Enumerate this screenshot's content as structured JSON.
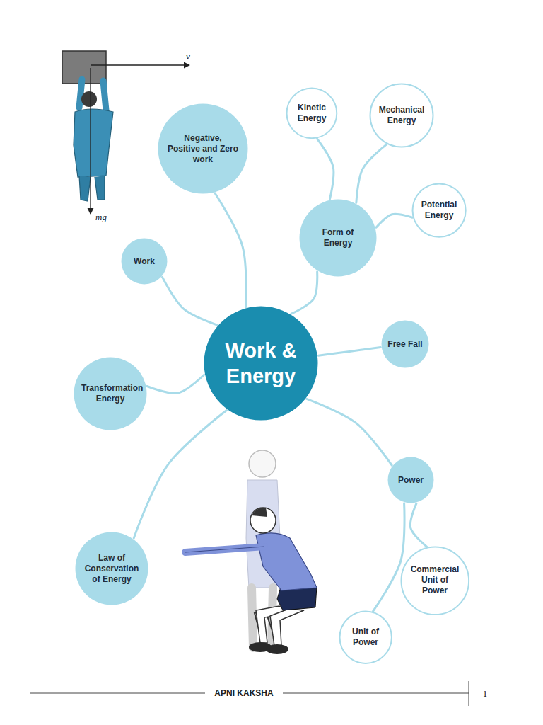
{
  "diagram": {
    "nodes": [
      {
        "text": [
          "Kinetic Energy"
        ]
      },
      {
        "text": [
          "Mechanical Energy"
        ]
      },
      {
        "text": [
          "Negative, Positive and Zero work"
        ]
      },
      {
        "text": [
          "Potential Energy"
        ]
      },
      {
        "text": [
          "Form of Energy"
        ]
      },
      {
        "text": [
          "Work"
        ]
      },
      {
        "text": [
          "Work & Energy"
        ]
      },
      {
        "text": [
          "Free Fall"
        ]
      },
      {
        "text": [
          "Transformation Energy"
        ]
      },
      {
        "text": [
          "Power"
        ]
      },
      {
        "text": [
          "Commercial Unit of Power"
        ]
      },
      {
        "text": [
          "Law of Conservation of Energy"
        ]
      },
      {
        "text": [
          "Unit of Power"
        ]
      }
    ],
    "edges": [
      {
        "from": 6,
        "to": 2,
        "arrow": "none"
      },
      {
        "from": 6,
        "to": 5,
        "arrow": "none"
      },
      {
        "from": 6,
        "to": 4,
        "arrow": "none"
      },
      {
        "from": 4,
        "to": 0,
        "arrow": "none"
      },
      {
        "from": 4,
        "to": 1,
        "arrow": "none"
      },
      {
        "from": 4,
        "to": 3,
        "arrow": "none"
      },
      {
        "from": 6,
        "to": 7,
        "arrow": "none"
      },
      {
        "from": 6,
        "to": 8,
        "arrow": "none"
      },
      {
        "from": 6,
        "to": 11,
        "arrow": "none"
      },
      {
        "from": 6,
        "to": 9,
        "arrow": "none"
      },
      {
        "from": 9,
        "to": 10,
        "arrow": "none"
      },
      {
        "from": 9,
        "to": 12,
        "arrow": "none"
      }
    ],
    "labels": [
      "v",
      "mg",
      "APNI KAKSHA",
      "1"
    ]
  }
}
